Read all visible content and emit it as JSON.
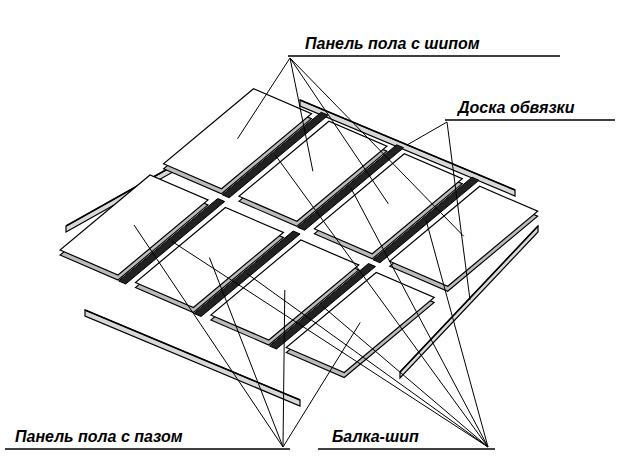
{
  "diagram": {
    "labels": [
      "Панель пола с шипом",
      "Доска обвязки",
      "Панель пола с пазом",
      "Балка-шип"
    ]
  }
}
